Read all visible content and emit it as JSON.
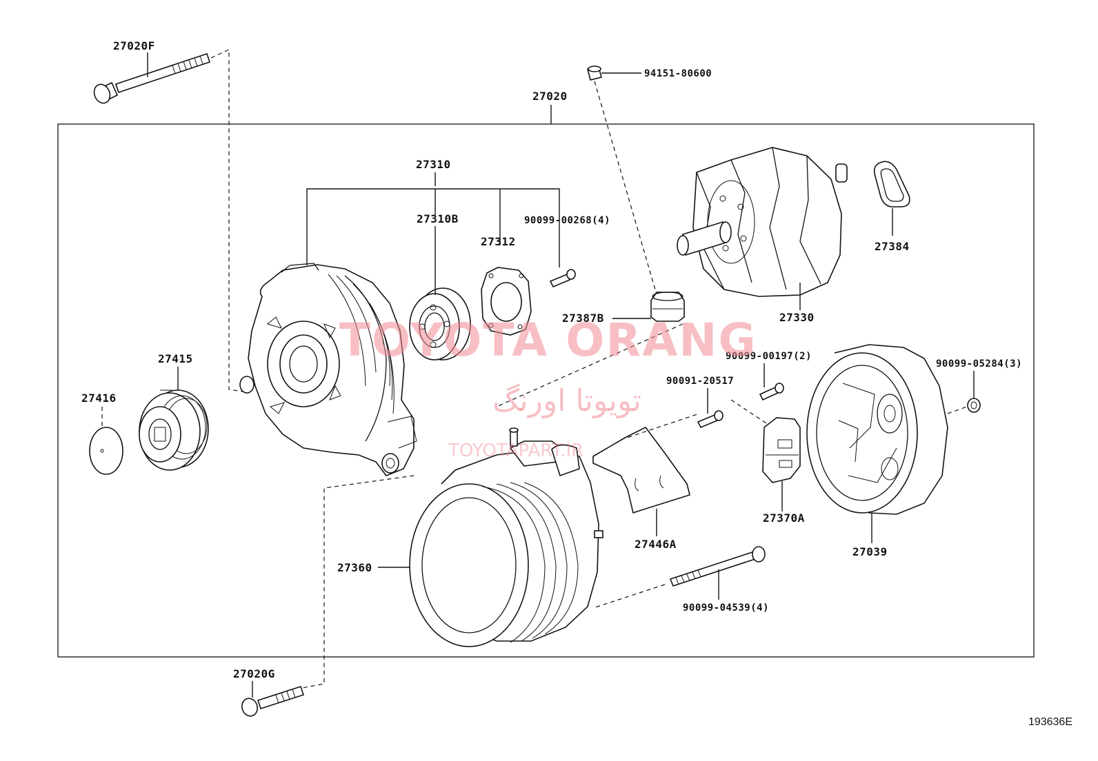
{
  "diagram": {
    "assembly_label": "27020",
    "parts": {
      "bolt_27020f": "27020F",
      "bolt_27020g": "27020G",
      "nut_94151": "94151-80600",
      "frame_27310": "27310",
      "bearing_27310b": "27310B",
      "retainer_27312": "27312",
      "screw_90099_00268": "90099-00268(4)",
      "insulator_27387b": "27387B",
      "rotor_27330": "27330",
      "ring_27384": "27384",
      "pulley_27415": "27415",
      "cap_27416": "27416",
      "stator_27360": "27360",
      "plate_27446a": "27446A",
      "screw_90091_20517": "90091-20517",
      "screw_90099_00197": "90099-00197(2)",
      "brush_holder_27370a": "27370A",
      "cover_27039": "27039",
      "nut_90099_05284": "90099-05284(3)",
      "bolt_90099_04539": "90099-04539(4)"
    },
    "figure_ref": "193636E"
  },
  "watermark": {
    "line1": "TOYOTA ORANG",
    "line2": "تویوتا اورنگ",
    "line3": "TOYOTAPART.IR"
  }
}
